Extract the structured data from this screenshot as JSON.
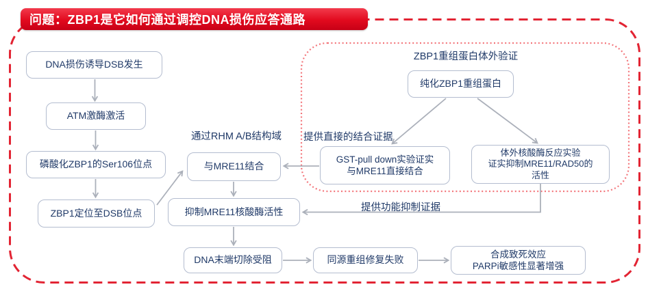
{
  "banner": {
    "text": "问题：ZBP1是它如何通过调控DNA损伤应答通路"
  },
  "nodes": {
    "dsb": {
      "label": "DNA损伤诱导DSB发生"
    },
    "atm": {
      "label": "ATM激酶激活"
    },
    "phos": {
      "label": "磷酸化ZBP1的Ser106位点"
    },
    "loc": {
      "label": "ZBP1定位至DSB位点"
    },
    "bind": {
      "label": "与MRE11结合"
    },
    "inhibit": {
      "label": "抑制MRE11核酸酶活性"
    },
    "resect": {
      "label": "DNA末端切除受阻"
    },
    "hr": {
      "label": "同源重组修复失败"
    },
    "lethal": {
      "line1": "合成致死效应",
      "line2": "PARPi敏感性显著增强"
    },
    "purify": {
      "label": "纯化ZBP1重组蛋白"
    },
    "gst": {
      "line1": "GST-pull down实验证实",
      "line2": "与MRE11直接结合"
    },
    "nuclease": {
      "line1": "体外核酸酶反应实验",
      "line2": "证实抑制MRE11/RAD50的",
      "line3": "活性"
    }
  },
  "labels": {
    "rhm_domain": "通过RHM A/B结构域",
    "inset_title": "ZBP1重组蛋白体外验证",
    "direct_evidence": "提供直接的结合证据",
    "functional_evidence": "提供功能抑制证据"
  },
  "colors": {
    "banner_red_top": "#f23a4c",
    "banner_red": "#e20a1e",
    "outer_border": "#e22433",
    "inset_border": "#f3767b",
    "node_border": "#b3bccf",
    "node_text": "#203a68",
    "connector": "#abb0ba"
  }
}
